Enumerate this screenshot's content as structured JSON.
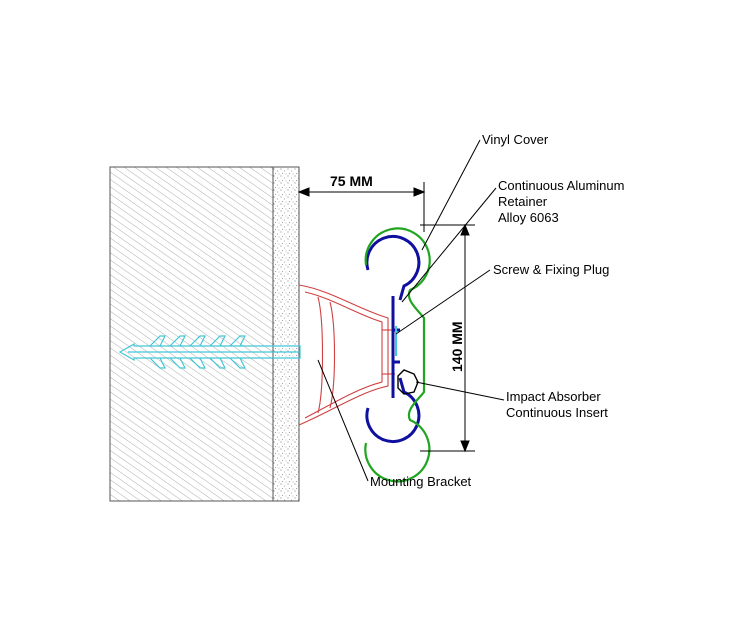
{
  "dimensions": {
    "width_label": "75 MM",
    "height_label": "140 MM"
  },
  "callouts": {
    "vinyl_cover": "Vinyl Cover",
    "retainer": [
      "Continuous Aluminum",
      "Retainer",
      "Alloy 6063"
    ],
    "screw_plug": "Screw & Fixing Plug",
    "impact_absorber": [
      "Impact Absorber",
      "Continuous Insert"
    ],
    "mounting_bracket": "Mounting Bracket"
  },
  "colors": {
    "wall_hatch": "#8a8a8a",
    "plaster_stipple": "#8a8a8a",
    "vinyl_cover": "#1fa51f",
    "aluminum_retainer": "#1010a0",
    "screw_plug": "#40c8d8",
    "mounting_bracket": "#d04040",
    "leader_lines": "#000000"
  }
}
